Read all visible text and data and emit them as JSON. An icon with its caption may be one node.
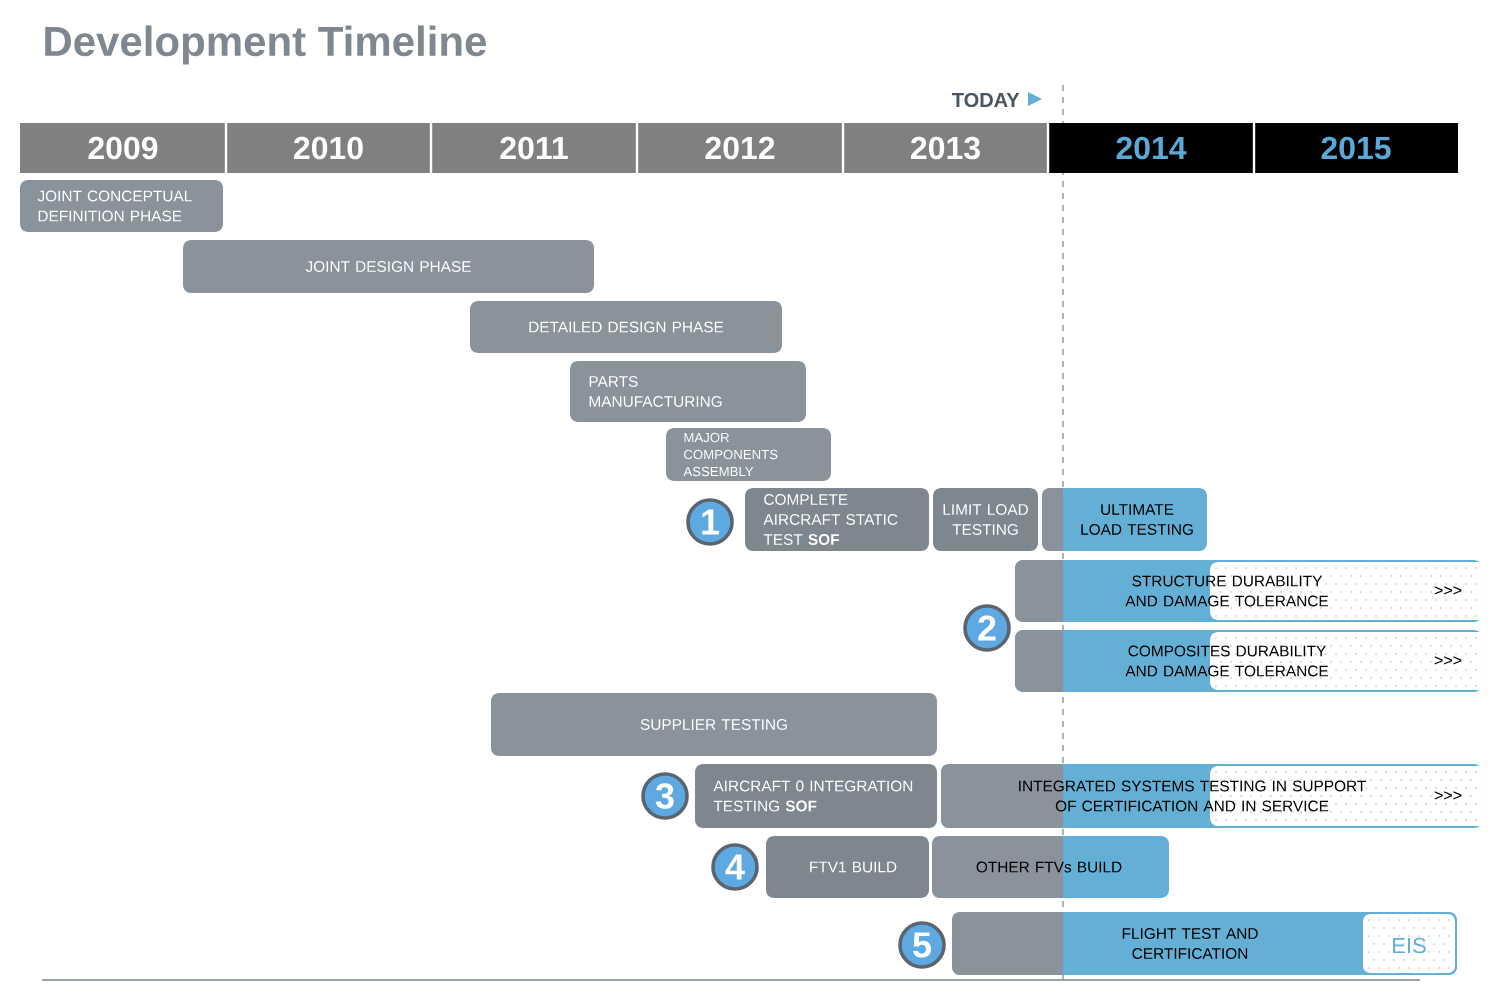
{
  "diagram": {
    "title": "Development Timeline",
    "nodes": [
      {
        "text": [
          "2009"
        ]
      },
      {
        "text": [
          "2010"
        ]
      },
      {
        "text": [
          "2011"
        ]
      },
      {
        "text": [
          "2012"
        ]
      },
      {
        "text": [
          "2013"
        ]
      },
      {
        "text": [
          "2014"
        ]
      },
      {
        "text": [
          "2015"
        ]
      },
      {
        "text": [
          "JOINT CONCEPTUAL DEFINITION PHASE"
        ]
      },
      {
        "text": [
          "JOINT DESIGN PHASE"
        ]
      },
      {
        "text": [
          "DETAILED DESIGN PHASE"
        ]
      },
      {
        "text": [
          "PARTS MANUFACTURING"
        ]
      },
      {
        "text": [
          "MAJOR COMPONENTS ASSEMBLY"
        ]
      },
      {
        "text": [
          "1"
        ]
      },
      {
        "text": [
          "COMPLETE AIRCRAFT STATIC TEST **SOF**"
        ]
      },
      {
        "text": [
          "LIMIT LOAD TESTING"
        ]
      },
      {
        "text": [
          "ULTIMATE LOAD TESTING"
        ]
      },
      {
        "text": [
          "2"
        ]
      },
      {
        "text": [
          "STRUCTURE DURABILITY AND DAMAGE TOLERANCE",
          ">>>"
        ]
      },
      {
        "text": [
          "COMPOSITES DURABILITY AND DAMAGE TOLERANCE",
          ">>>"
        ]
      },
      {
        "text": [
          "SUPPLIER TESTING"
        ]
      },
      {
        "text": [
          "3"
        ]
      },
      {
        "text": [
          "AIRCRAFT 0 INTEGRATION TESTING **SOF**"
        ]
      },
      {
        "text": [
          "INTEGRATED SYSTEMS TESTING IN SUPPORT OF CERTIFICATION AND IN SERVICE",
          ">>>"
        ]
      },
      {
        "text": [
          "4"
        ]
      },
      {
        "text": [
          "FTV1 BUILD"
        ]
      },
      {
        "text": [
          "OTHER FTVs BUILD"
        ]
      },
      {
        "text": [
          "5"
        ]
      },
      {
        "text": [
          "FLIGHT TEST AND CERTIFICATION"
        ]
      },
      {
        "text": [
          "EIS"
        ],
        "in": 27
      }
    ],
    "labels": [
      "TODAY"
    ]
  }
}
